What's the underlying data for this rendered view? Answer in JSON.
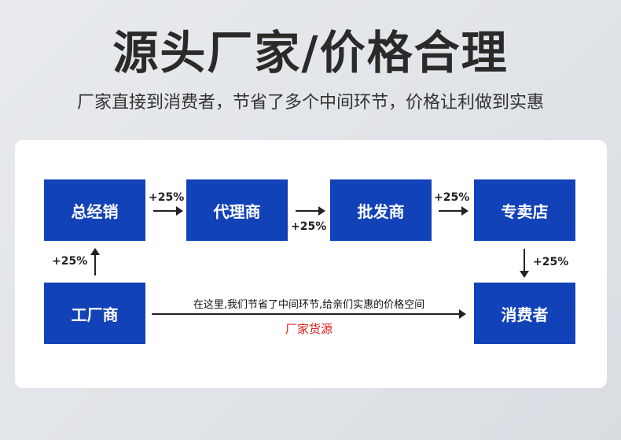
{
  "header": {
    "title": "源头厂家/价格合理",
    "subtitle": "厂家直接到消费者，节省了多个中间环节，价格让利做到实惠"
  },
  "nodes": {
    "distributor": "总经销",
    "agent": "代理商",
    "wholesaler": "批发商",
    "store": "专卖店",
    "factory": "工厂商",
    "consumer": "消费者"
  },
  "markups": {
    "factory_to_distributor": "+25%",
    "distributor_to_agent": "+25%",
    "agent_to_wholesaler": "+25%",
    "wholesaler_to_store": "+25%",
    "store_to_consumer": "+25%"
  },
  "direct": {
    "note": "在这里,我们节省了中间环节,给亲们实惠的价格空间",
    "label": "厂家货源"
  },
  "colors": {
    "box": "#1242b8",
    "accent": "#e02020"
  }
}
